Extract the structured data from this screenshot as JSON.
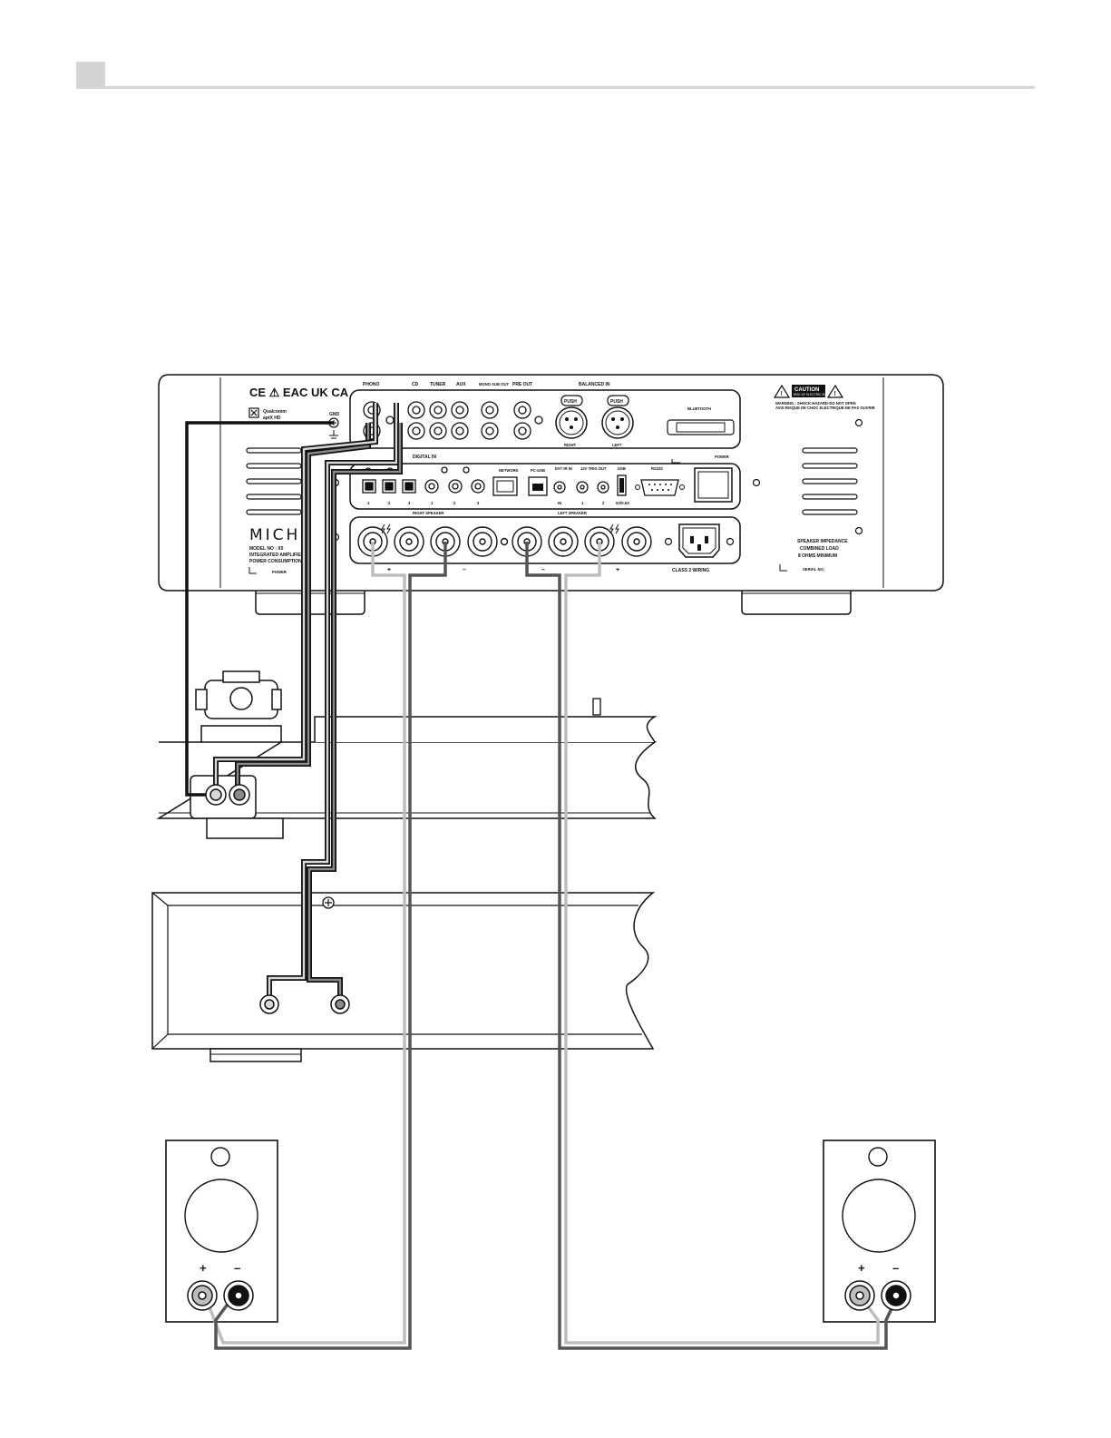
{
  "amplifier": {
    "brand": "MICHI",
    "model_lines": [
      "MODEL NO : X5",
      "INTEGRATED AMPLIFIER",
      "POWER CONSUMPTION 5"
    ],
    "certifications": "CE ⚠ EAC UK CA",
    "aptx_lines": [
      "Qualcomm",
      "aptX HD"
    ],
    "gnd_label": "GND",
    "analog_labels": [
      "PHONO",
      "CD",
      "TUNER",
      "AUX",
      "MONO SUB OUT",
      "PRE OUT",
      "BALANCED IN"
    ],
    "balanced_sub_labels": [
      "RIGHT",
      "LEFT"
    ],
    "push_label": "PUSH",
    "bluetooth_label": "BLUETOOTH",
    "digital_in_label": "DIGITAL IN",
    "digital_numbers": [
      "1",
      "2",
      "3",
      "1",
      "2",
      "3"
    ],
    "network_label": "NETWORK",
    "pc_usb_label": "PC-USB",
    "ext_ir_label": "EXT IR IN",
    "trig_label": "12V TRIG OUT",
    "trig_numbers": [
      "IN",
      "1",
      "2"
    ],
    "usb_label": "USB",
    "usb_sub": "5V/0.5A",
    "rs232_label": "RS232",
    "power_label": "POWER",
    "right_speaker_label": "RIGHT SPEAKER",
    "left_speaker_label": "LEFT SPEAKER",
    "class2_label": "CLASS 2 WIRING",
    "caution_label": "CAUTION",
    "caution_sub": "RISK OF ELECTRIC SHOCK",
    "warning_lines": [
      "WARNING : SHOCK HAZARD-DO NOT OPEN",
      "AVIS:RISQUE DE CHOC ELECTRIQUE-NE PAS OUVRIR"
    ],
    "impedance_lines": [
      "SPEAKER IMPEDANCE",
      "COMBINED LOAD",
      "8 OHMS MINIMUM"
    ],
    "polarity_right": [
      "+",
      "–"
    ],
    "polarity_left": [
      "–",
      "+"
    ],
    "left_block_label": "POWER",
    "right_block_label": "SERIAL NO."
  },
  "speakers": {
    "left_polarity": [
      "+",
      "–"
    ],
    "right_polarity": [
      "+",
      "–"
    ]
  },
  "colors": {
    "black_wire": "#111111",
    "dark_wire": "#555555",
    "mid_wire": "#8a8a8a",
    "light_wire": "#bdbdbd",
    "header_block": "#d4d4d4"
  }
}
